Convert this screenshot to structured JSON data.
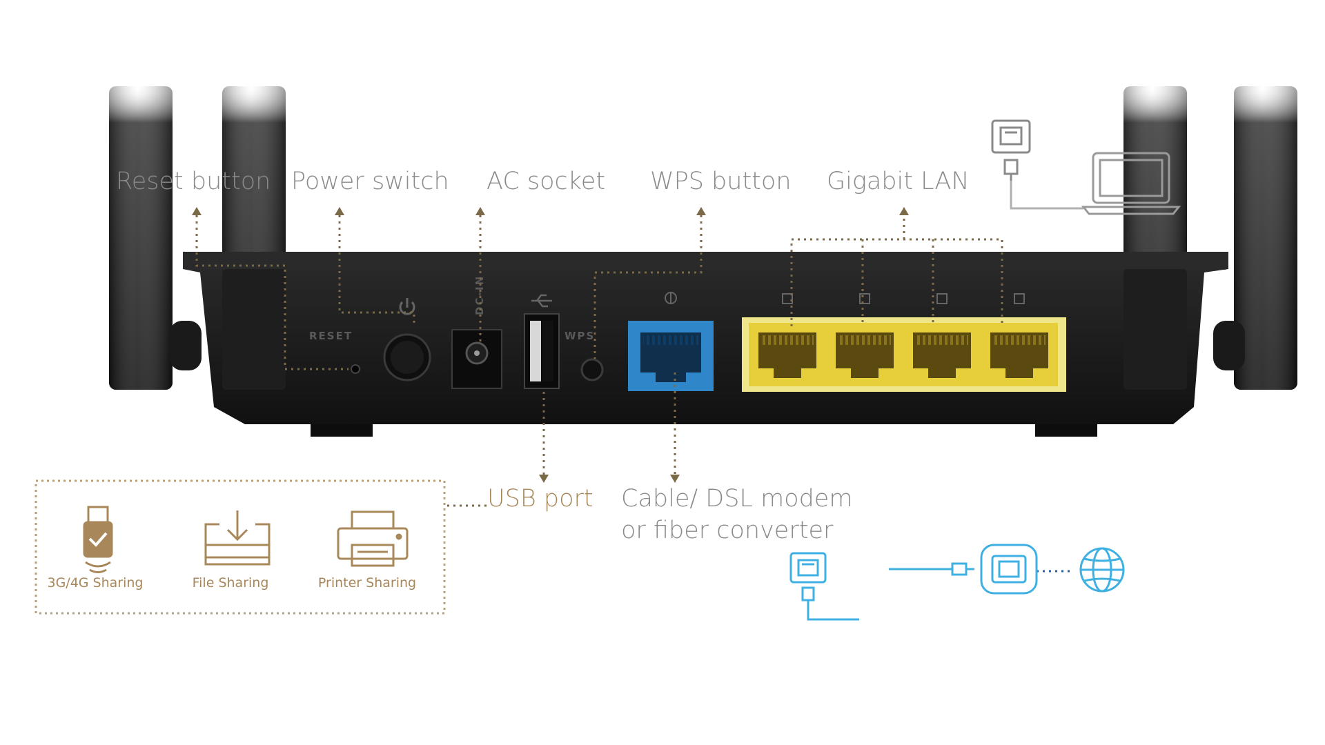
{
  "labels": {
    "reset_button": "Reset button",
    "power_switch": "Power switch",
    "ac_socket": "AC socket",
    "wps_button": "WPS button",
    "gigabit_lan": "Gigabit LAN",
    "usb_port": "USB port",
    "modem_line1": "Cable/ DSL modem",
    "modem_line2": "or fiber converter"
  },
  "router_markings": {
    "reset": "RESET",
    "wps": "WPS",
    "dc_in": "DC-IN"
  },
  "usb_features": [
    {
      "label": "3G/4G Sharing",
      "icon": "usb-dongle-icon"
    },
    {
      "label": "File Sharing",
      "icon": "file-sharing-icon"
    },
    {
      "label": "Printer Sharing",
      "icon": "printer-icon"
    }
  ],
  "colors": {
    "label_gray": "#8a8a8a",
    "gold_accent": "#a8885a",
    "wan_blue": "#2f86c8",
    "lan_yellow": "#e7cf3c",
    "router_body": "#1c1c1c",
    "connection_blue": "#3fb0e2"
  },
  "icons": [
    "ethernet-jack-icon",
    "ethernet-plug-icon",
    "laptop-icon",
    "globe-icon"
  ]
}
